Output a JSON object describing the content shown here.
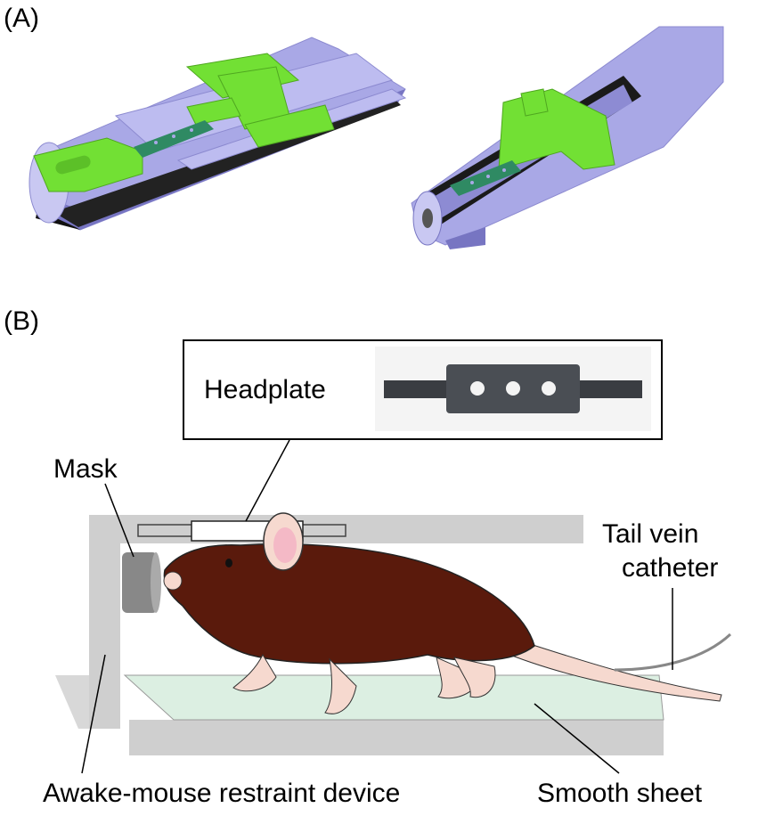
{
  "panels": {
    "a": {
      "label": "(A)"
    },
    "b": {
      "label": "(B)"
    }
  },
  "inset": {
    "title": "Headplate"
  },
  "callouts": {
    "mask": "Mask",
    "tail_vein_line1": "Tail vein",
    "tail_vein_line2": "catheter",
    "restraint_device": "Awake-mouse restraint device",
    "smooth_sheet": "Smooth sheet"
  },
  "colors": {
    "device_body": "#a9a8e6",
    "device_shadow": "#6f6db8",
    "clamp_green": "#72e034",
    "plate_green": "#2f8a63",
    "mouse_brown": "#5a1a0c",
    "mouse_pink": "#f6d9cf",
    "frame_gray": "#cfcfcf",
    "sheet_green": "#dcefe2"
  }
}
